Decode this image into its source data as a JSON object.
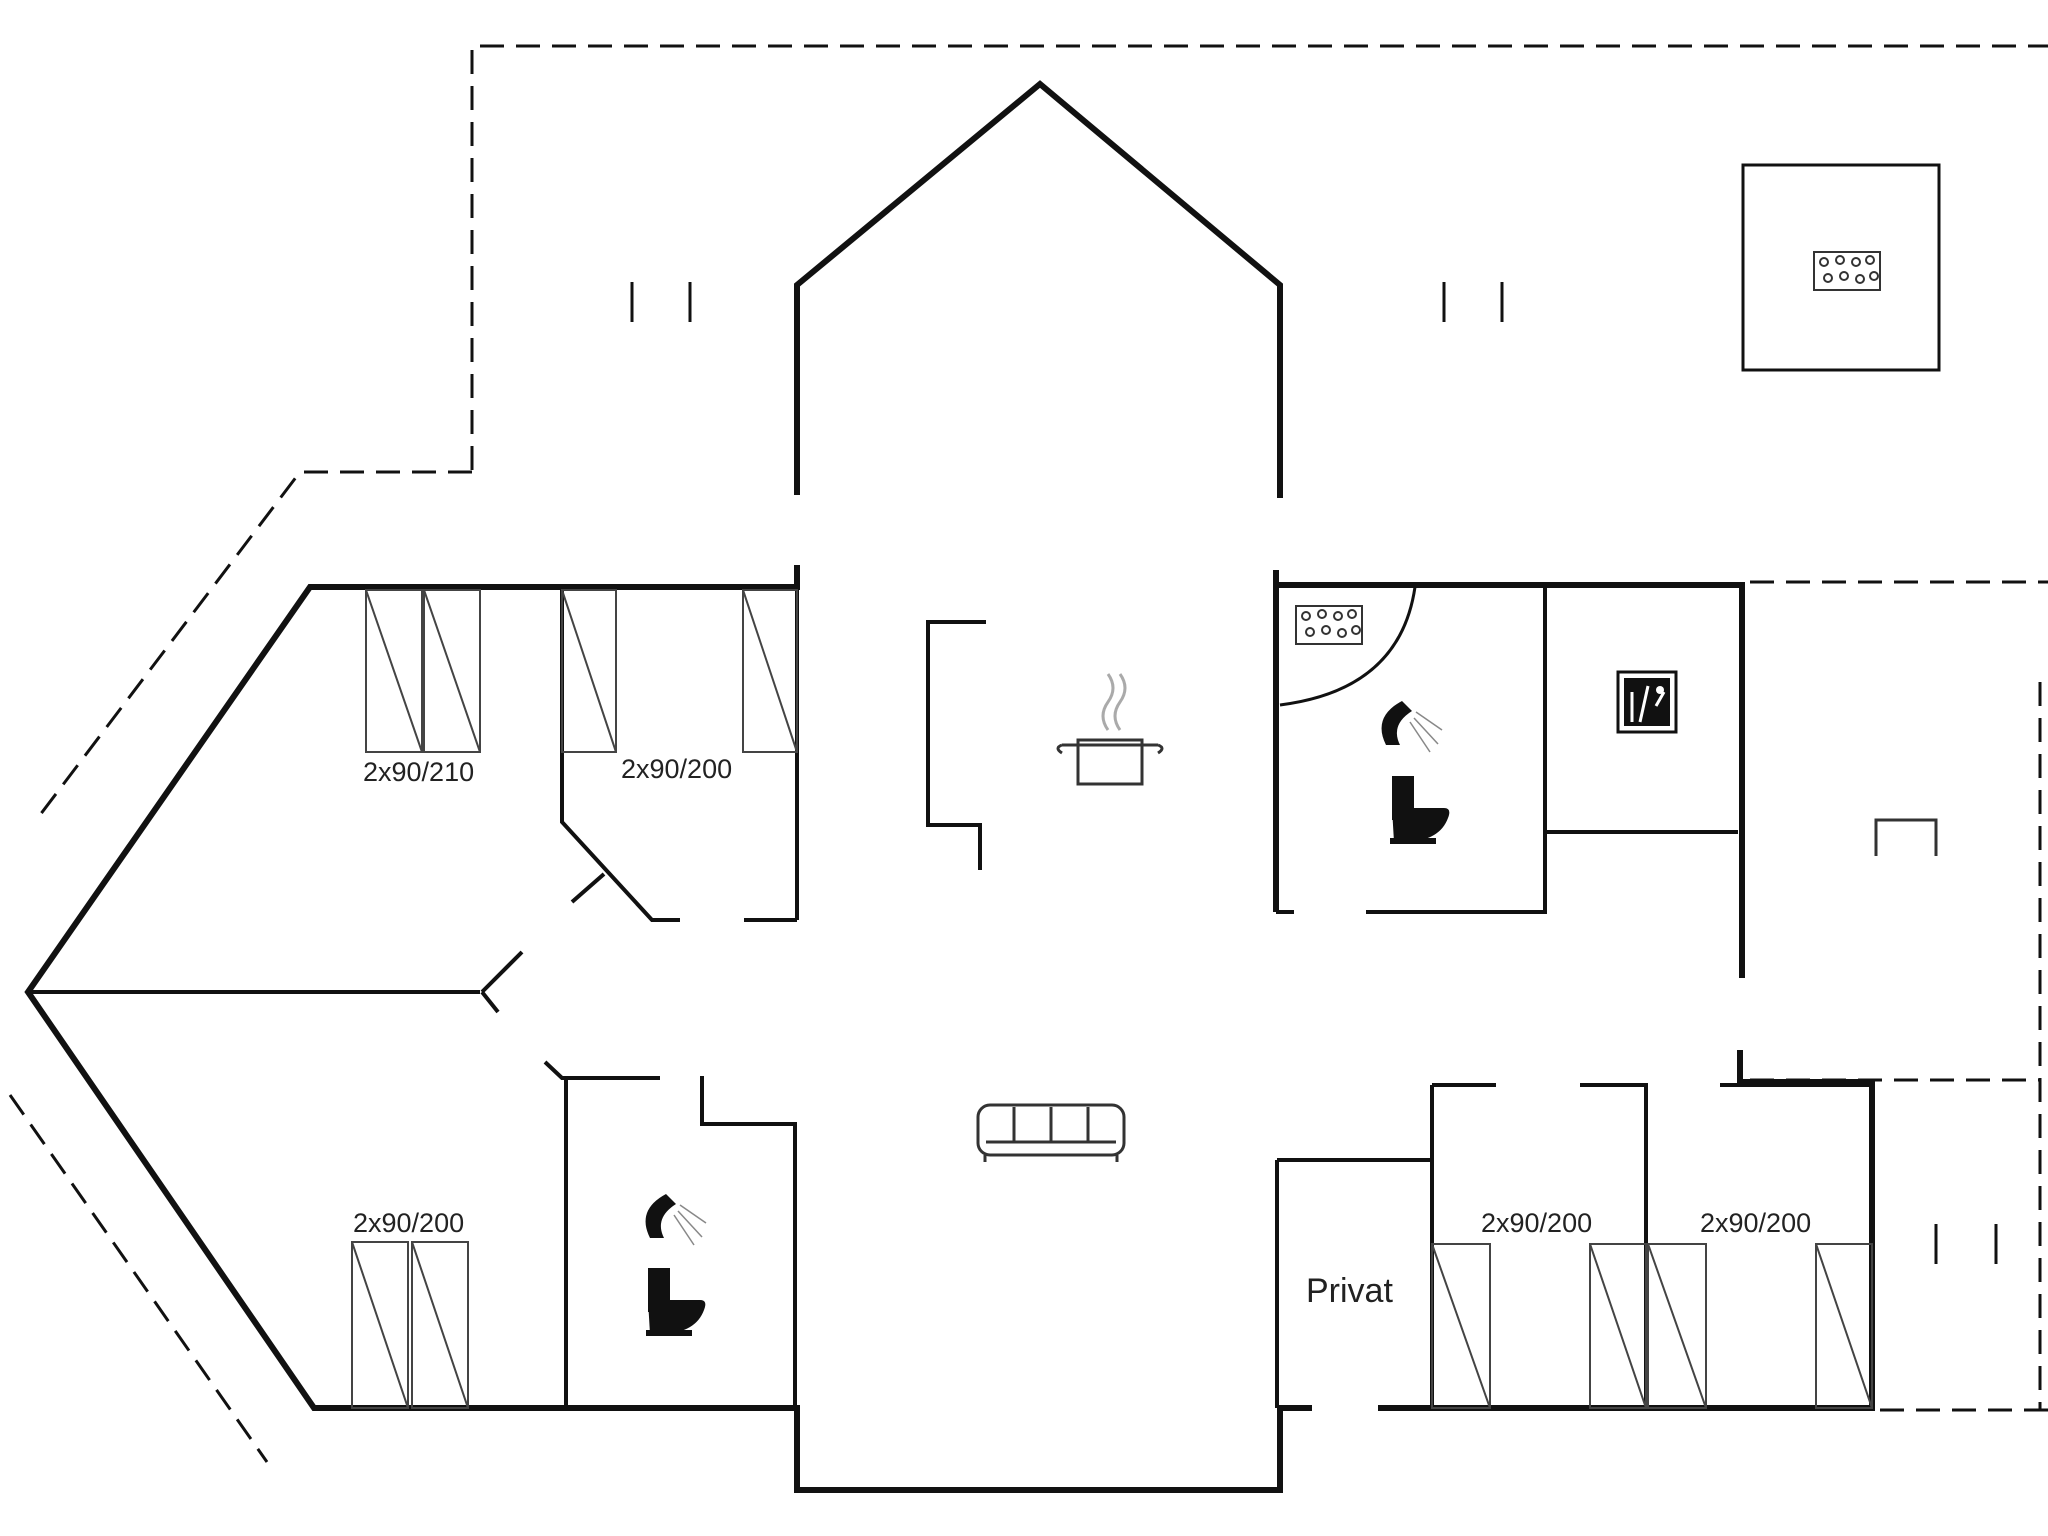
{
  "floorplan": {
    "bed_labels": [
      {
        "id": "bed-nw-left",
        "text": "2x90/210"
      },
      {
        "id": "bed-nw-right",
        "text": "2x90/200"
      },
      {
        "id": "bed-sw",
        "text": "2x90/200"
      },
      {
        "id": "bed-se-left",
        "text": "2x90/200"
      },
      {
        "id": "bed-se-right",
        "text": "2x90/200"
      }
    ],
    "room_labels": {
      "privat": "Privat"
    },
    "icons": [
      "cooking-pot-icon",
      "sofa-icon",
      "whirlpool-icon",
      "shower-icon",
      "toilet-icon",
      "sauna-icon",
      "fireplace-icon"
    ]
  }
}
